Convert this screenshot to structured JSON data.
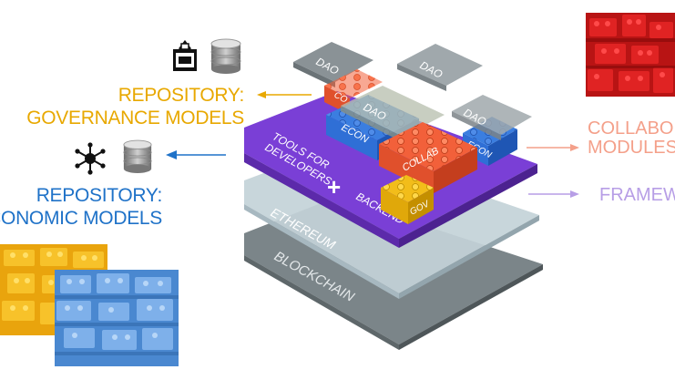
{
  "repo_governance": {
    "line1": "REPOSITORY:",
    "line2": "GOVERNANCE MODELS"
  },
  "repo_economic": {
    "line1": "REPOSITORY:",
    "line2": "CONOMIC MODELS"
  },
  "right_collab": {
    "line1": "COLLABOR",
    "line2": "MODULES"
  },
  "right_framework": {
    "line1": "FRAMEWO"
  },
  "layers": {
    "blockchain": "BLOCKCHAIN",
    "ethereum": "ETHEREUM",
    "tools_line1": "TOOLS FOR",
    "tools_line2": "DEVELOPERS",
    "plus": "+",
    "backend": "BACKEND"
  },
  "blocks": {
    "dao_left": "DAO",
    "dao_right": "DAO",
    "dao_center": "DAO",
    "dao_far_right": "DAO",
    "econ_left": "ECON",
    "econ_right": "ECON",
    "collab": "COLLAB",
    "gov": "GOV",
    "co": "CO"
  },
  "colors": {
    "governance": "#e8a800",
    "economic": "#1f72c8",
    "collab": "#f4a08a",
    "framework": "#b79ee6",
    "purple_layer": "#7a3fd6",
    "ethereum_layer": "#c3d2d8",
    "blockchain_layer": "#7b8589",
    "lego_blue": "#2f6fd6",
    "lego_red": "#f2603a",
    "lego_yellow": "#f2bd1a"
  },
  "icons": [
    "ballot-box-icon",
    "database-icon",
    "network-node-icon"
  ]
}
